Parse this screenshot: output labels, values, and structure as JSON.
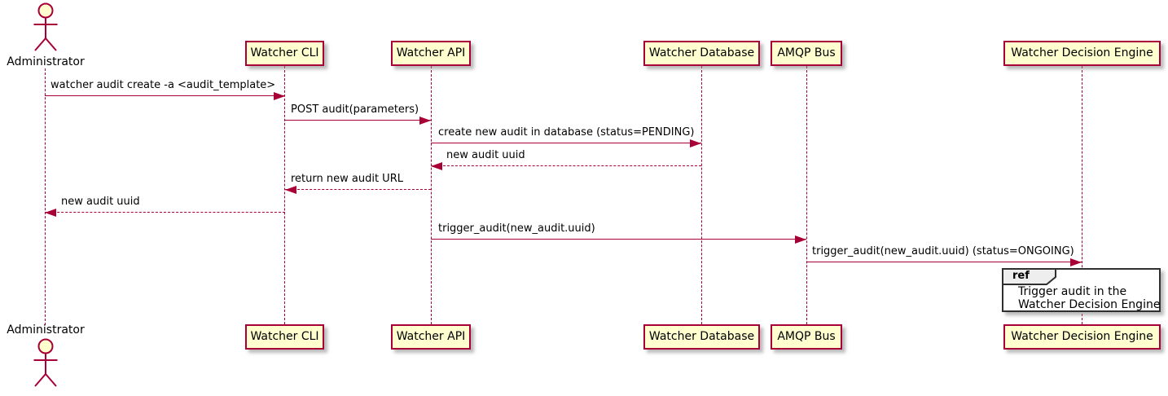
{
  "diagram": {
    "type": "uml-sequence-diagram",
    "colors": {
      "participant_fill": "#FEFECE",
      "participant_border": "#A80036",
      "line_color": "#A80036",
      "text_color": "#000000",
      "ref_border": "#303030",
      "ref_tab_fill": "#EEEEEE",
      "background": "#FFFFFF"
    },
    "actor": {
      "label": "Administrator"
    },
    "participants": [
      {
        "label": "Watcher CLI"
      },
      {
        "label": "Watcher API"
      },
      {
        "label": "Watcher Database"
      },
      {
        "label": "AMQP Bus"
      },
      {
        "label": "Watcher Decision Engine"
      }
    ],
    "messages": [
      {
        "label": "watcher audit create -a <audit_template>",
        "from": "Administrator",
        "to": "Watcher CLI",
        "type": "solid"
      },
      {
        "label": "POST audit(parameters)",
        "from": "Watcher CLI",
        "to": "Watcher API",
        "type": "solid"
      },
      {
        "label": "create new audit in database (status=PENDING)",
        "from": "Watcher API",
        "to": "Watcher Database",
        "type": "solid"
      },
      {
        "label": "new audit uuid",
        "from": "Watcher Database",
        "to": "Watcher API",
        "type": "dashed"
      },
      {
        "label": "return new audit URL",
        "from": "Watcher API",
        "to": "Watcher CLI",
        "type": "dashed"
      },
      {
        "label": "new audit uuid",
        "from": "Watcher CLI",
        "to": "Administrator",
        "type": "dashed"
      },
      {
        "label": "trigger_audit(new_audit.uuid)",
        "from": "Watcher API",
        "to": "AMQP Bus",
        "type": "solid"
      },
      {
        "label": "trigger_audit(new_audit.uuid) (status=ONGOING)",
        "from": "AMQP Bus",
        "to": "Watcher Decision Engine",
        "type": "solid"
      }
    ],
    "ref": {
      "keyword": "ref",
      "line1": "Trigger audit in the",
      "line2": "Watcher Decision Engine"
    }
  }
}
